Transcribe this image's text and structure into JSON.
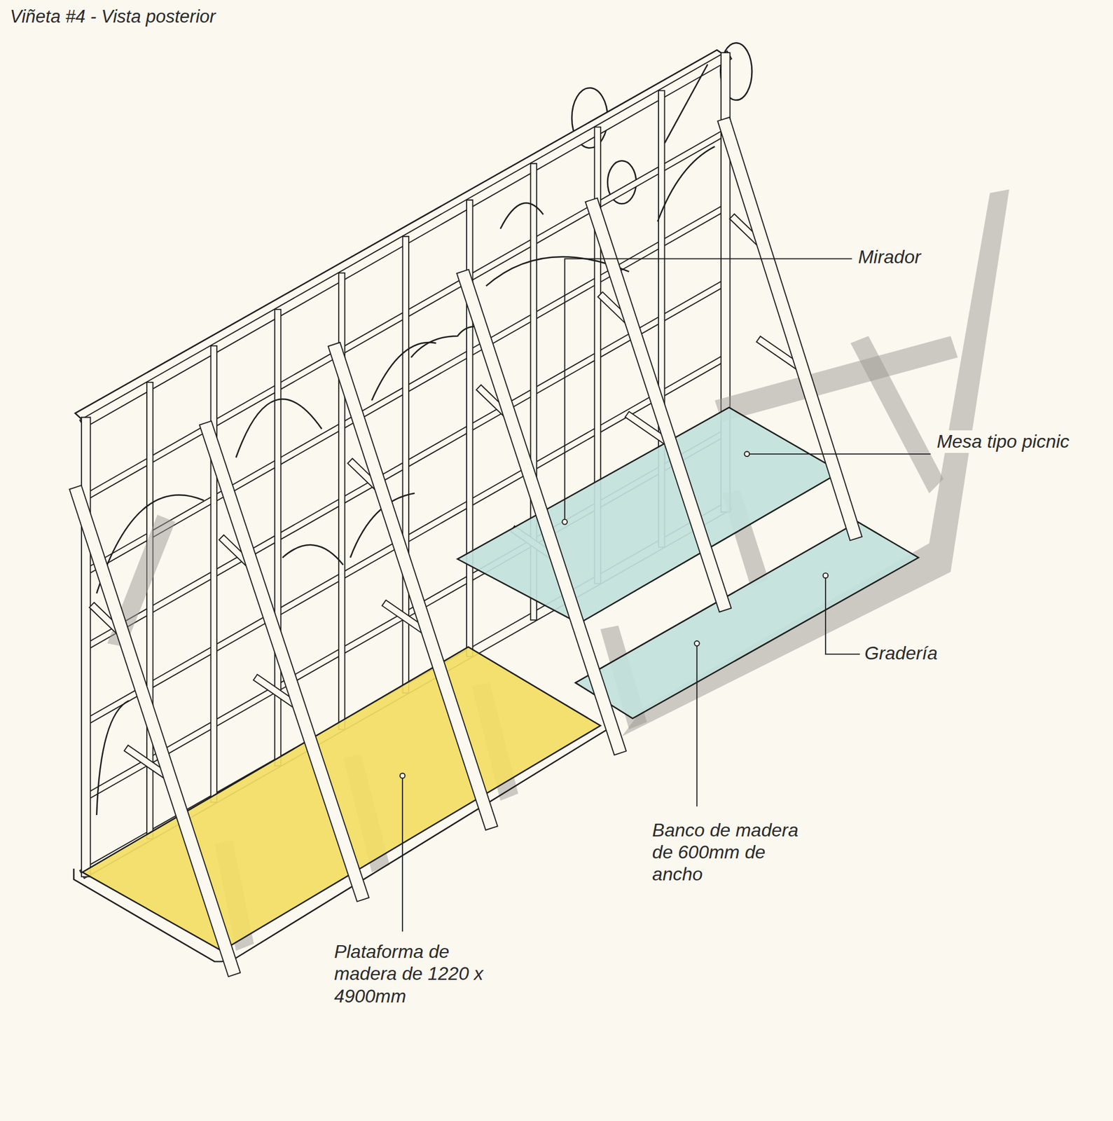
{
  "diagram": {
    "title": "Viñeta #4 - Vista posterior",
    "labels": [
      "Mirador",
      "Mesa tipo picnic",
      "Gradería",
      "Banco de madera de 600mm de ancho",
      "Plataforma de madera de 1220 x 4900mm"
    ]
  }
}
